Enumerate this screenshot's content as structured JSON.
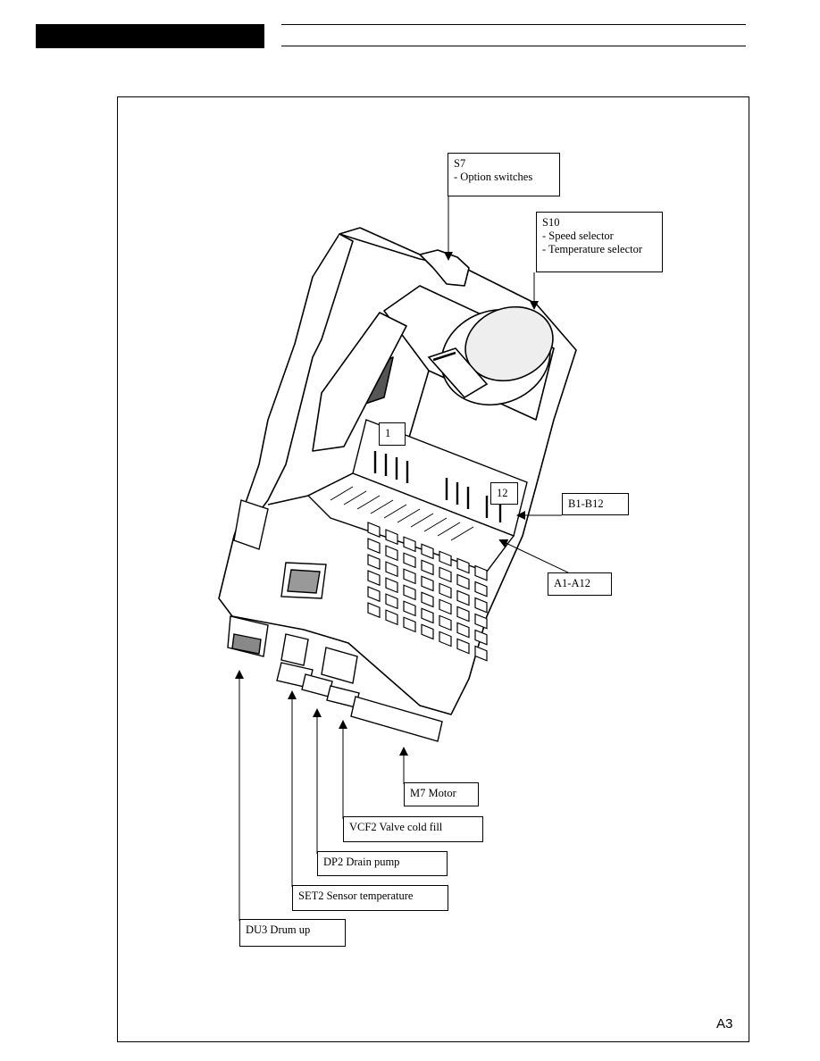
{
  "page": {
    "number": "A3"
  },
  "colors": {
    "ink": "#000000",
    "paper": "#ffffff",
    "shade": "#6b6b6b"
  },
  "labels": {
    "s7": {
      "title": "S7",
      "line1": "- Option switches"
    },
    "s10": {
      "title": "S10",
      "line1": "- Speed selector",
      "line2": "- Temperature selector"
    },
    "one": {
      "text": "1"
    },
    "twelve": {
      "text": "12"
    },
    "b1b12": {
      "text": "B1-B12"
    },
    "a1a12": {
      "text": "A1-A12"
    },
    "m7": {
      "text": "M7  Motor"
    },
    "vcf2": {
      "text": "VCF2  Valve cold fill"
    },
    "dp2": {
      "text": "DP2  Drain pump"
    },
    "set2": {
      "text": "SET2  Sensor  temperature"
    },
    "du3": {
      "text": "DU3  Drum up"
    }
  }
}
